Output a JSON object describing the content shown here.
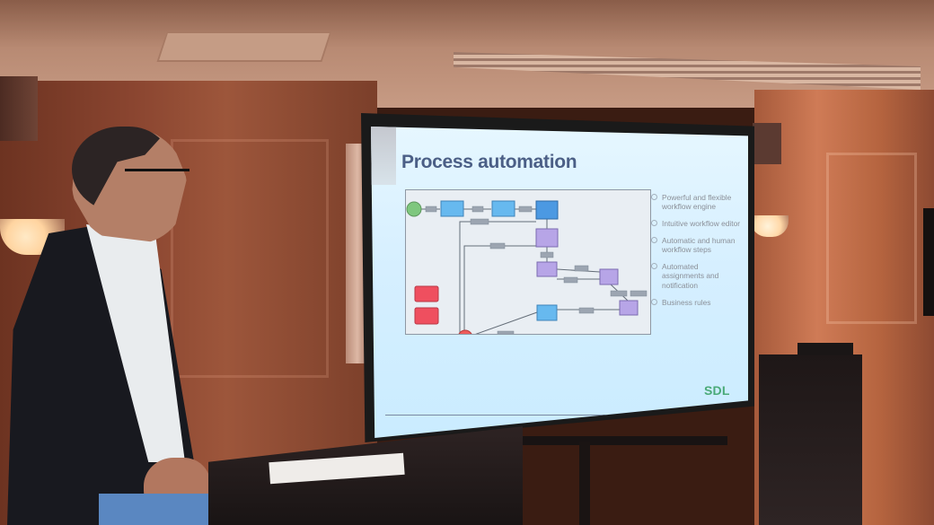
{
  "slide": {
    "title": "Process automation",
    "bullets": [
      "Powerful and flexible workflow engine",
      "Intuitive workflow editor",
      "Automatic and human workflow steps",
      "Automated assignments and notification",
      "Business rules"
    ],
    "logo_text": "SDL"
  }
}
